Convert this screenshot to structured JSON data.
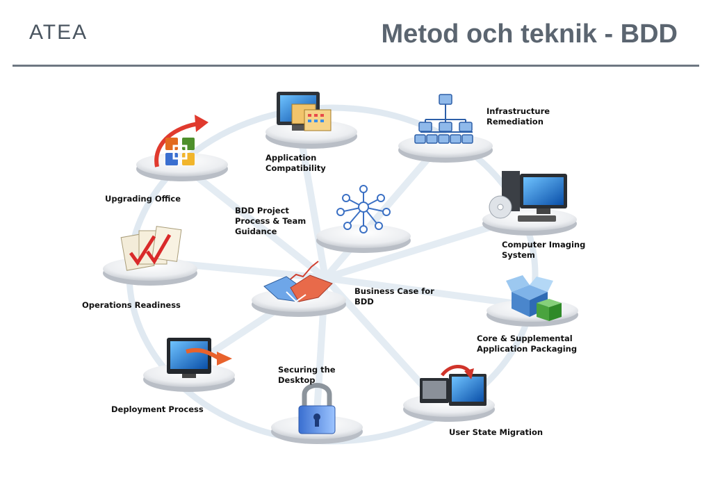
{
  "header": {
    "logo_text": "ATEA",
    "title": "Metod och teknik - BDD"
  },
  "colors": {
    "title": "#5b6570",
    "rule": "#6e7782",
    "orbit": "#dbe6ef",
    "platform_top": "#f3f4f6",
    "platform_side": "#b9bec6"
  },
  "nodes": [
    {
      "id": "app-compat",
      "icon": "monitor-folders-icon",
      "lines": [
        "Application",
        "Compatibility"
      ]
    },
    {
      "id": "infra",
      "icon": "network-hierarchy-icon",
      "lines": [
        "Infrastructure",
        "Remediation"
      ]
    },
    {
      "id": "upgrading-office",
      "icon": "office-logo-arrow-icon",
      "lines": [
        "Upgrading Office"
      ]
    },
    {
      "id": "bdd-project",
      "icon": "team-network-icon",
      "lines": [
        "BDD Project",
        "Process & Team",
        "Guidance"
      ]
    },
    {
      "id": "imaging",
      "icon": "computer-disc-icon",
      "lines": [
        "Computer Imaging",
        "System"
      ]
    },
    {
      "id": "ops-readiness",
      "icon": "checklist-icon",
      "lines": [
        "Operations Readiness"
      ]
    },
    {
      "id": "business-case",
      "icon": "handshake-icon",
      "lines": [
        "Business Case for",
        "BDD"
      ]
    },
    {
      "id": "packaging",
      "icon": "package-boxes-icon",
      "lines": [
        "Core & Supplemental",
        "Application Packaging"
      ]
    },
    {
      "id": "deployment",
      "icon": "monitor-arrow-icon",
      "lines": [
        "Deployment Process"
      ]
    },
    {
      "id": "securing",
      "icon": "padlock-icon",
      "lines": [
        "Securing the",
        "Desktop"
      ]
    },
    {
      "id": "user-state",
      "icon": "migration-monitors-icon",
      "lines": [
        "User State Migration"
      ]
    }
  ]
}
